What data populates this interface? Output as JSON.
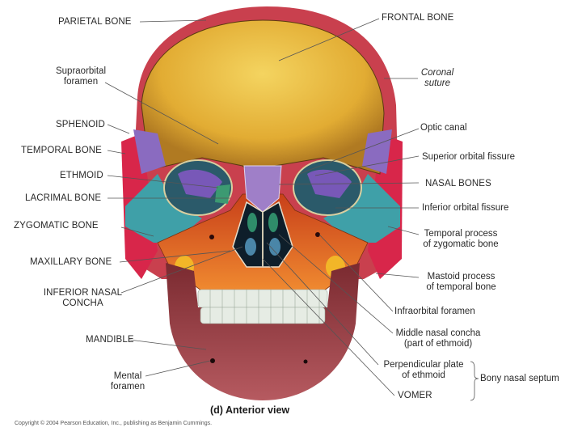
{
  "figure": {
    "caption": "(d) Anterior view",
    "copyright": "Copyright © 2004 Pearson Education, Inc., publishing as Benjamin Cummings."
  },
  "labels_left": [
    {
      "id": "parietal",
      "text": "PARIETAL BONE"
    },
    {
      "id": "supraorbital_1",
      "text": "Supraorbital"
    },
    {
      "id": "supraorbital_2",
      "text": "foramen"
    },
    {
      "id": "sphenoid",
      "text": "SPHENOID"
    },
    {
      "id": "temporal",
      "text": "TEMPORAL BONE"
    },
    {
      "id": "ethmoid",
      "text": "ETHMOID"
    },
    {
      "id": "lacrimal",
      "text": "LACRIMAL BONE"
    },
    {
      "id": "zygomatic",
      "text": "ZYGOMATIC BONE"
    },
    {
      "id": "maxillary",
      "text": "MAXILLARY BONE"
    },
    {
      "id": "inf_nasal_1",
      "text": "INFERIOR NASAL"
    },
    {
      "id": "inf_nasal_2",
      "text": "CONCHA"
    },
    {
      "id": "mandible",
      "text": "MANDIBLE"
    },
    {
      "id": "mental_1",
      "text": "Mental"
    },
    {
      "id": "mental_2",
      "text": "foramen"
    }
  ],
  "labels_right": [
    {
      "id": "frontal",
      "text": "FRONTAL BONE"
    },
    {
      "id": "coronal_1",
      "text": "Coronal"
    },
    {
      "id": "coronal_2",
      "text": "suture"
    },
    {
      "id": "optic",
      "text": "Optic canal"
    },
    {
      "id": "sup_orbital",
      "text": "Superior orbital fissure"
    },
    {
      "id": "nasal_bones",
      "text": "NASAL BONES"
    },
    {
      "id": "inf_orbital",
      "text": "Inferior orbital fissure"
    },
    {
      "id": "temp_proc_1",
      "text": "Temporal process"
    },
    {
      "id": "temp_proc_2",
      "text": "of zygomatic bone"
    },
    {
      "id": "mastoid_1",
      "text": "Mastoid process"
    },
    {
      "id": "mastoid_2",
      "text": "of temporal bone"
    },
    {
      "id": "infraorbital",
      "text": "Infraorbital foramen"
    },
    {
      "id": "mid_nasal_1",
      "text": "Middle nasal concha"
    },
    {
      "id": "mid_nasal_2",
      "text": "(part of ethmoid)"
    },
    {
      "id": "perp_1",
      "text": "Perpendicular plate"
    },
    {
      "id": "perp_2",
      "text": "of ethmoid"
    },
    {
      "id": "vomer",
      "text": "VOMER"
    },
    {
      "id": "septum",
      "text": "Bony nasal septum"
    }
  ],
  "colors": {
    "frontal": "#e8b63a",
    "parietal": "#c9404e",
    "temporal": "#d8264a",
    "sphenoid": "#8a6bc0",
    "zygomatic": "#3fa0a8",
    "maxillary": "#e0641e",
    "mandible": "#8a3038",
    "nasal": "#9f7fc8",
    "ethmoid": "#2f8c6a",
    "teeth": "#e6ece4",
    "leader": "#555555"
  }
}
